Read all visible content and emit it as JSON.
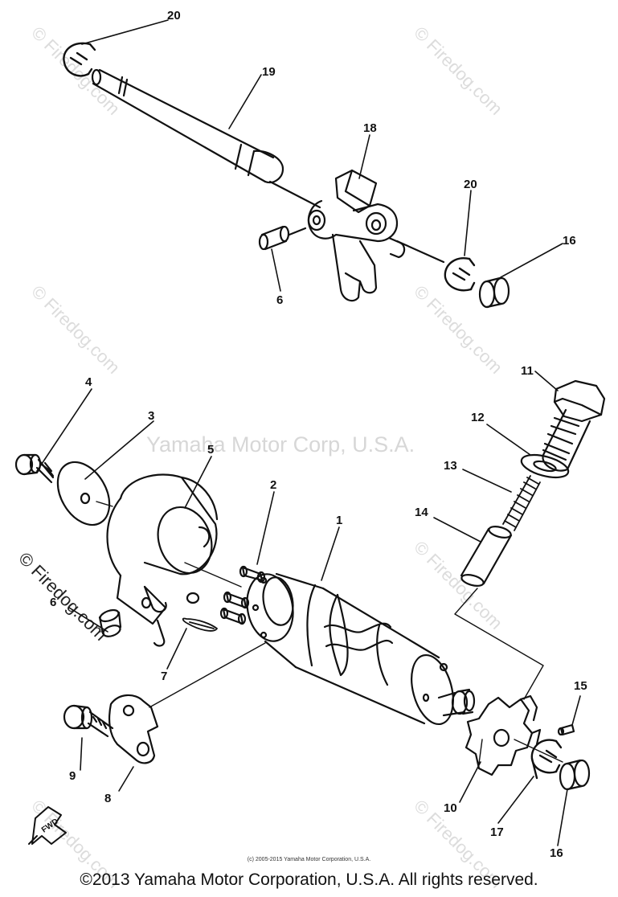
{
  "watermarks": {
    "center": "Yamaha Motor Corp, U.S.A.",
    "diagonal": "© Firedog.com"
  },
  "footer": {
    "fine_copy": "(c) 2005-2015 Yamaha Motor Corporation, U.S.A.",
    "copyright": "©2013 Yamaha Motor Corporation, U.S.A. All rights reserved."
  },
  "fwd_label": "FWD",
  "callouts": {
    "c20a": "20",
    "c19": "19",
    "c18": "18",
    "c20b": "20",
    "c16a": "16",
    "c6a": "6",
    "c11": "11",
    "c12": "12",
    "c13": "13",
    "c14": "14",
    "c4": "4",
    "c3": "3",
    "c5": "5",
    "c2": "2",
    "c1": "1",
    "c6b": "6",
    "c7": "7",
    "c15": "15",
    "c9": "9",
    "c8": "8",
    "c10": "10",
    "c17": "17",
    "c16b": "16"
  }
}
